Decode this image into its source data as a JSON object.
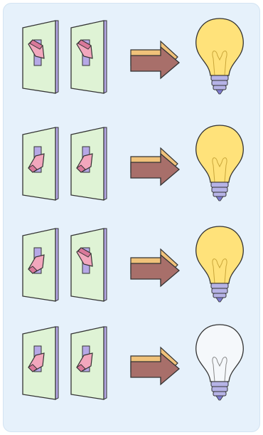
{
  "rows": [
    {
      "switch_left": "up",
      "switch_right": "up",
      "bulb": "on"
    },
    {
      "switch_left": "down",
      "switch_right": "down",
      "bulb": "on"
    },
    {
      "switch_left": "down",
      "switch_right": "up",
      "bulb": "on"
    },
    {
      "switch_left": "down",
      "switch_right": "down",
      "bulb": "off"
    }
  ],
  "colors": {
    "panel_bg": "#e6f1fb",
    "plate": "#dff3d5",
    "plate_side": "#b6a8e6",
    "toggle": "#f2a7bd",
    "toggle_dark": "#d9789a",
    "arrow": "#a86f6a",
    "arrow_top": "#f0c27a",
    "bulb_on": "#ffe27a",
    "bulb_off": "#f5f8fb",
    "bulb_base": "#b6b3e6"
  },
  "icons": [
    "light-switch-icon",
    "arrow-right-icon",
    "light-bulb-icon"
  ]
}
